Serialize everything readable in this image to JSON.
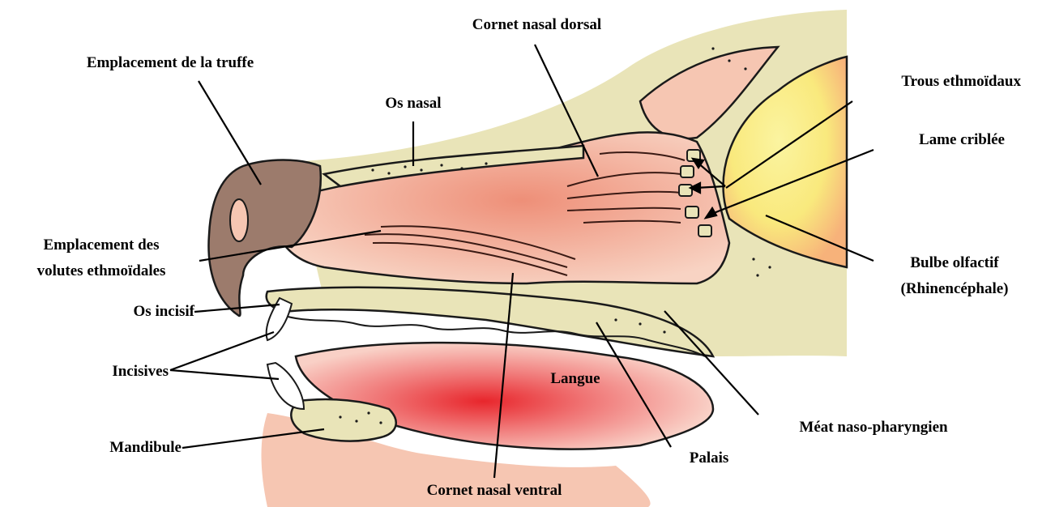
{
  "labels": {
    "truffe": "Emplacement de la truffe",
    "os_nasal": "Os nasal",
    "cornet_dorsal": "Cornet nasal dorsal",
    "trous_ethmoidaux": "Trous ethmoïdaux",
    "lame_criblee": "Lame criblée",
    "volutes_line1": "Emplacement des",
    "volutes_line2": "volutes ethmoïdales",
    "bulbe_line1": "Bulbe olfactif",
    "bulbe_line2": "(Rhinencéphale)",
    "os_incisif": "Os incisif",
    "incisives": "Incisives",
    "langue": "Langue",
    "mandibule": "Mandibule",
    "meat": "Méat naso-pharyngien",
    "palais": "Palais",
    "cornet_ventral": "Cornet nasal ventral"
  },
  "colors": {
    "outline": "#1a1a1a",
    "bone": "#e9e4b8",
    "flesh": "#f6c6b2",
    "flesh_deep": "#ee8f78",
    "tongue_red": "#e8262c",
    "nose": "#9c7b6c",
    "brain_yellow": "#f9ef86"
  }
}
